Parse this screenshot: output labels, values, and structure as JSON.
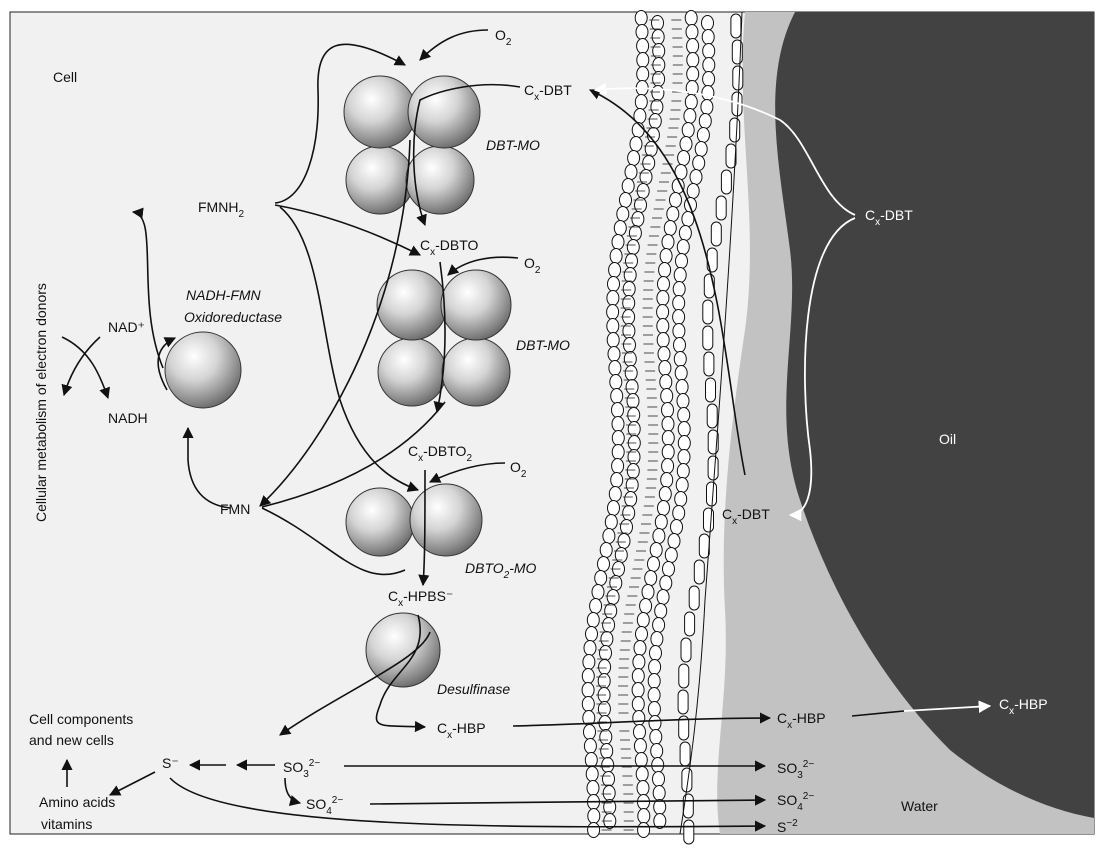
{
  "labels": {
    "cell": "Cell",
    "side_note": "Cellular metabolism of electron donors",
    "nad_plus": "NAD⁺",
    "nadh": "NADH",
    "fmnh2_base": "FMNH",
    "fmnh2_sub": "2",
    "fmn": "FMN",
    "nadh_fmn_line1": "NADH-FMN",
    "nadh_fmn_line2": "Oxidoreductase",
    "o2_base": "O",
    "o2_sub": "2",
    "cx_base": "C",
    "cx_sub": "x",
    "dbt_suffix": "-DBT",
    "dbto_suffix": "-DBTO",
    "dbto2_suffix": "-DBTO",
    "dbto2_sub": "2",
    "hpbs_suffix": "-HPBS⁻",
    "hbp_suffix": "-HBP",
    "dbt_mo": "DBT-MO",
    "dbto2_mo_prefix": "DBTO",
    "dbto2_mo_sub": "2",
    "dbto2_mo_suffix": "-MO",
    "desulfinase": "Desulfinase",
    "oil": "Oil",
    "water": "Water",
    "cell_components_line1": "Cell components",
    "cell_components_line2": "and new cells",
    "amino_line1": "Amino acids",
    "amino_line2": "vitamins",
    "s_minus": "S⁻",
    "so3_base": "SO",
    "so3_sub": "3",
    "so3_sup": "2−",
    "so4_base": "SO",
    "so4_sub": "4",
    "so4_sup": "2−",
    "s2_base": "S",
    "s2_sup": "−2"
  },
  "colors": {
    "cell_background": "#f1f1f1",
    "oil": "#424242",
    "water": "#c2c2c2",
    "line": "#111111"
  }
}
